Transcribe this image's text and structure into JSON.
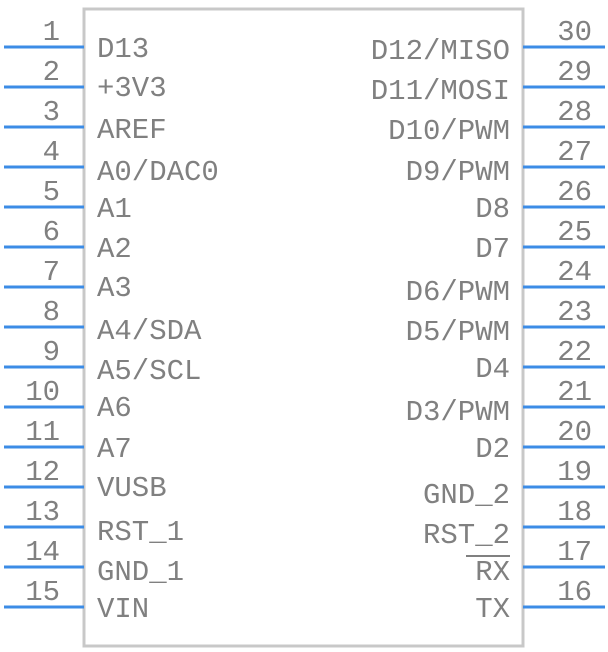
{
  "colors": {
    "body_outline": "#c8c8c8",
    "pin_line": "#3c8ce6",
    "text": "#808080"
  },
  "left_pins": [
    {
      "number": "1",
      "label": "D13"
    },
    {
      "number": "2",
      "label": "+3V3"
    },
    {
      "number": "3",
      "label": "AREF"
    },
    {
      "number": "4",
      "label": "A0/DAC0"
    },
    {
      "number": "5",
      "label": "A1"
    },
    {
      "number": "6",
      "label": "A2"
    },
    {
      "number": "7",
      "label": "A3"
    },
    {
      "number": "8",
      "label": "A4/SDA"
    },
    {
      "number": "9",
      "label": "A5/SCL"
    },
    {
      "number": "10",
      "label": "A6"
    },
    {
      "number": "11",
      "label": "A7"
    },
    {
      "number": "12",
      "label": "VUSB"
    },
    {
      "number": "13",
      "label": "RST_1"
    },
    {
      "number": "14",
      "label": "GND_1"
    },
    {
      "number": "15",
      "label": "VIN"
    }
  ],
  "right_pins": [
    {
      "number": "30",
      "label": "D12/MISO"
    },
    {
      "number": "29",
      "label": "D11/MOSI"
    },
    {
      "number": "28",
      "label": "D10/PWM"
    },
    {
      "number": "27",
      "label": "D9/PWM"
    },
    {
      "number": "26",
      "label": "D8"
    },
    {
      "number": "25",
      "label": "D7"
    },
    {
      "number": "24",
      "label": "D6/PWM"
    },
    {
      "number": "23",
      "label": "D5/PWM"
    },
    {
      "number": "22",
      "label": "D4"
    },
    {
      "number": "21",
      "label": "D3/PWM"
    },
    {
      "number": "20",
      "label": "D2"
    },
    {
      "number": "19",
      "label": "GND_2"
    },
    {
      "number": "18",
      "label": "RST_2"
    },
    {
      "number": "17",
      "label": "RX",
      "overline": true
    },
    {
      "number": "16",
      "label": "TX"
    }
  ]
}
